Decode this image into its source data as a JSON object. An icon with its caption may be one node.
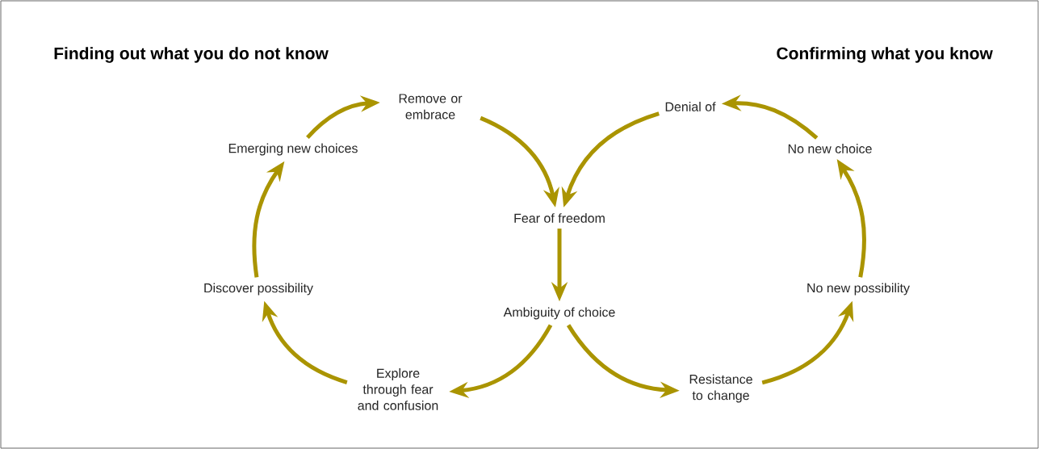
{
  "diagram": {
    "nodes": [
      {
        "text": [
          "Remove or embrace"
        ]
      },
      {
        "text": [
          "Fear of freedom"
        ]
      },
      {
        "text": [
          "Ambiguity of choice"
        ]
      },
      {
        "text": [
          "Explore through fear and confusion"
        ]
      },
      {
        "text": [
          "Discover possibility"
        ]
      },
      {
        "text": [
          "Emerging new choices"
        ]
      },
      {
        "text": [
          "Denial of"
        ]
      },
      {
        "text": [
          "No new choice"
        ]
      },
      {
        "text": [
          "No new possibility"
        ]
      },
      {
        "text": [
          "Resistance to change"
        ]
      }
    ],
    "edges": [
      {
        "from": 0,
        "to": 1,
        "arrow": "to"
      },
      {
        "from": 1,
        "to": 2,
        "arrow": "to"
      },
      {
        "from": 2,
        "to": 3,
        "arrow": "to"
      },
      {
        "from": 3,
        "to": 4,
        "arrow": "to"
      },
      {
        "from": 4,
        "to": 5,
        "arrow": "to"
      },
      {
        "from": 5,
        "to": 0,
        "arrow": "to"
      },
      {
        "from": 6,
        "to": 1,
        "arrow": "to"
      },
      {
        "from": 7,
        "to": 6,
        "arrow": "to"
      },
      {
        "from": 8,
        "to": 7,
        "arrow": "to"
      },
      {
        "from": 9,
        "to": 8,
        "arrow": "to"
      },
      {
        "from": 2,
        "to": 9,
        "arrow": "to"
      }
    ],
    "labels": [
      "Finding out what you do not know",
      "Confirming what you know"
    ]
  }
}
